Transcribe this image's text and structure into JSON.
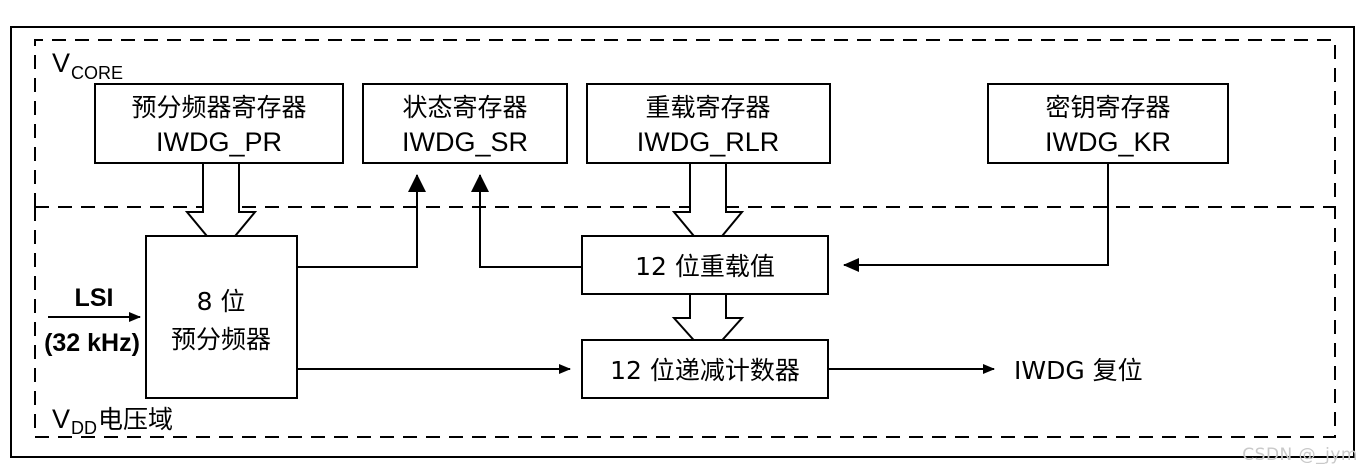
{
  "diagram": {
    "title": "IWDG independent watchdog block diagram",
    "domains": [
      {
        "id": "vcore",
        "label_main": "V",
        "label_sub": "CORE",
        "label_tail": ""
      },
      {
        "id": "vdd",
        "label_main": "V",
        "label_sub": "DD",
        "label_tail": " 电压域"
      }
    ],
    "registers": [
      {
        "id": "iwdg-pr",
        "line1": "预分频器寄存器",
        "line2": "IWDG_PR"
      },
      {
        "id": "iwdg-sr",
        "line1": "状态寄存器",
        "line2": "IWDG_SR"
      },
      {
        "id": "iwdg-rlr",
        "line1": "重载寄存器",
        "line2": "IWDG_RLR"
      },
      {
        "id": "iwdg-kr",
        "line1": "密钥寄存器",
        "line2": "IWDG_KR"
      }
    ],
    "blocks": [
      {
        "id": "prescaler",
        "line1": "8 位",
        "line2": "预分频器"
      },
      {
        "id": "reload",
        "line1": "12 位重载值",
        "line2": ""
      },
      {
        "id": "downcounter",
        "line1": "12 位递减计数器",
        "line2": ""
      }
    ],
    "signals": {
      "lsi_name": "LSI",
      "lsi_freq": "(32 kHz)",
      "reset_out": "IWDG 复位"
    },
    "watermark": "CSDN @_jym",
    "colors": {
      "stroke": "#000000",
      "background": "#ffffff",
      "watermark": "#c9c9c9"
    }
  }
}
